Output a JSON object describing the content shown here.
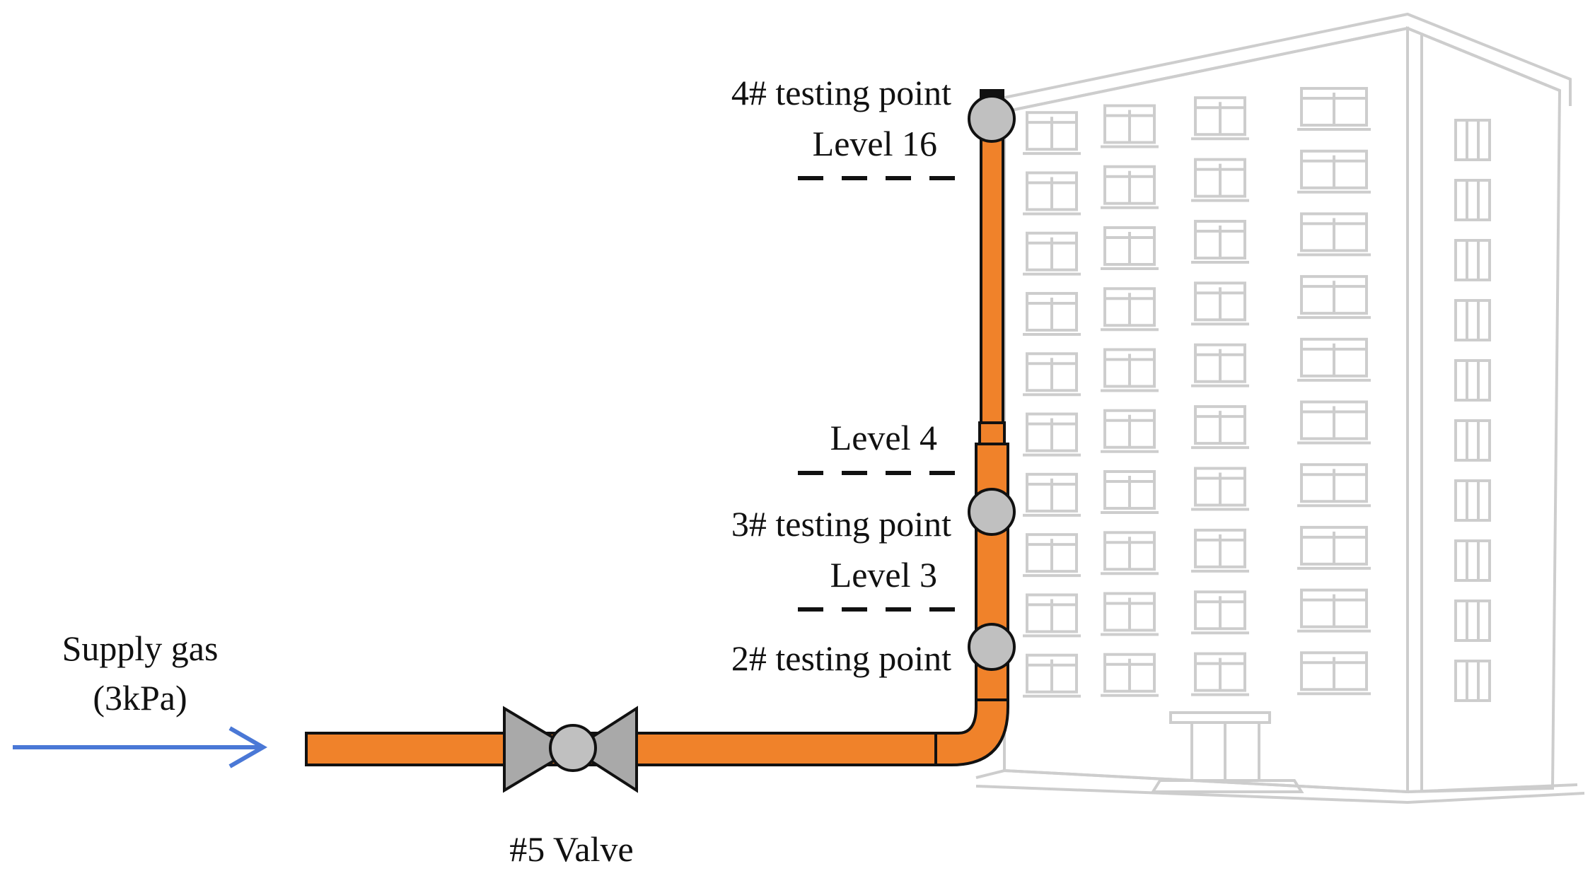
{
  "supply": {
    "line1": "Supply gas",
    "line2": "(3kPa)"
  },
  "valve": {
    "label": "#5 Valve"
  },
  "testing_points": {
    "p4": "4# testing point",
    "p3": "3# testing point",
    "p2": "2# testing point"
  },
  "levels": {
    "l16": "Level 16",
    "l4": "Level 4",
    "l3": "Level 3"
  },
  "colors": {
    "pipe": "#f0822a",
    "outline": "#111111",
    "fitting": "#c0c0c0",
    "arrow": "#4a78d6",
    "building": "#cfcfcf"
  }
}
